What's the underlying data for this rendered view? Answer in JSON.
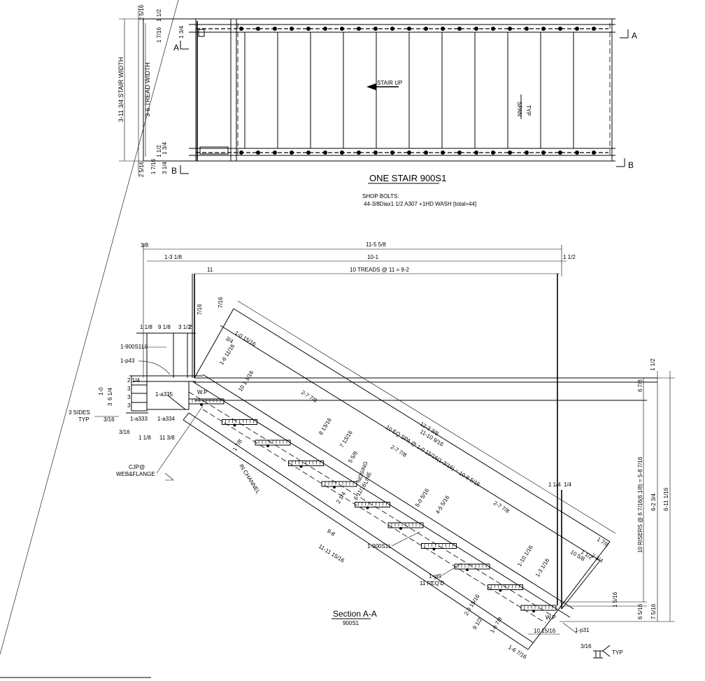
{
  "plan": {
    "title": "ONE STAIR 900S1",
    "shop_bolts_heading": "SHOP BOLTS:",
    "shop_bolts_detail": "44-3/8Diax1 1/2 A307 +1HD WASH [total=44]",
    "stair_up": "STAIR UP",
    "span_label": "SPAN",
    "typ_label": "TYP",
    "stair_width": "3-11 3/4 STAIR WIDTH",
    "tread_width": "3-6 TREAD WIDTH",
    "section_a": "A",
    "section_b": "B",
    "dims": [
      "2 5/16",
      "1 1/2",
      "1 7/16",
      "1 3/4",
      "1 1/2",
      "1 3/4",
      "1 7/16",
      "2 5/16",
      "3 1/4"
    ]
  },
  "section": {
    "title": "Section A-A",
    "ref": "900S1",
    "top_dims": {
      "overall": "11-5 5/8",
      "left_off": "3/8",
      "left": "1-3 1/8",
      "main": "10-1",
      "right": "1 1/2",
      "first_tread": "11",
      "treads": "10 TREADS @ 11 = 9-2"
    },
    "side_dims": {
      "top_off": "1 1/2",
      "small": "6 7/8",
      "risers": "10 RISERS @ 6 7/16(6 1/8) = 5-8 7/16",
      "h1": "6-2 3/4",
      "h2": "6-11 1/16",
      "bot1": "1 5/16",
      "bot2": "6 5/16",
      "bot3": "7 5/16"
    },
    "callouts": {
      "lo": "1-900S1L0",
      "p43": "1-p43",
      "a335": "1-a335",
      "a333": "1-a333",
      "a334": "1-a334",
      "three_sides": "3 SIDES",
      "typ": "TYP",
      "w316": "3/16",
      "w316b": "3/16",
      "cjp": "CJP@",
      "web_flange": "WEB&FLANGE",
      "wp_top": "W.P",
      "wp_bottom": "W.P",
      "stringer": "1-900S1L",
      "gt9": "1-gt9",
      "gt9_req": "11 REQ'D",
      "p31": "1-p31",
      "w316c": "3/16",
      "typ2": "TYP",
      "in_channel": "IN CHANNEL",
      "nosing": "NOSING",
      "nosing2": "LINE",
      "eq_spa": "10 EQ SPA @ 1-0 15/16(1-3/16) = 10-9 5/16",
      "slope_top": "12-3 3/8",
      "slope_top2": "11-10 9/16",
      "slope_a": "2-7 7/8",
      "slope_b": "2-7 7/8",
      "slope_c": "2-7 7/8",
      "low1": "9-8",
      "low2": "11-11 15/16",
      "misc1": "1-0 15/16",
      "misc2": "3/4",
      "misc3": "1-6 11/16",
      "misc4": "10 1 1/16",
      "misc5": "8 13/16",
      "misc6": "7 13/16",
      "misc7": "5 5/8",
      "misc8": "2 1/4",
      "misc9": "6 11/16",
      "misc10": "5-0 5/16",
      "misc11": "4-5 5/16",
      "misc12": "1-10 1/16",
      "misc13": "1-3 1/16",
      "misc14": "10 5/8",
      "misc15": "1 1/2",
      "misc16": "2 3/4",
      "misc17": "1 7/8",
      "misc18": "2-3 15/16",
      "misc19": "9 1/2",
      "misc20": "1-6 7/8",
      "misc21": "1-6 7/16",
      "misc22": "10 15/16",
      "misc23": "1 1/4",
      "misc24": "1/4",
      "misc25": "1 1/8",
      "misc26": "2 1/4",
      "misc27": "9 1/8",
      "misc28": "3 1/2",
      "misc29": "2",
      "misc30": "1-0",
      "misc31": "6 1/4",
      "misc32": "3",
      "misc33": "3",
      "misc34": "3",
      "misc35": "2 1/4",
      "misc36": "11 3/8",
      "misc37": "1 1/8",
      "misc38": "7/16",
      "misc39": "7/16",
      "misc40": "3"
    }
  }
}
